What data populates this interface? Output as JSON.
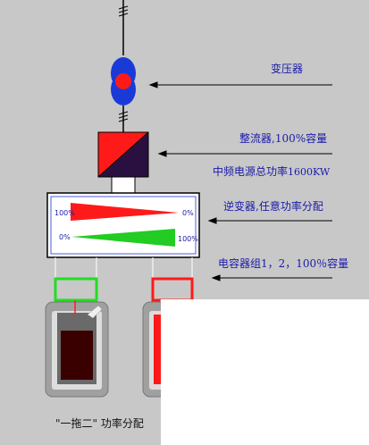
{
  "labels": {
    "transformer": "变压器",
    "rectifier": "整流器,100%容量",
    "total_power_prefix": "中频电源总功率",
    "total_power_value": "1600KW",
    "inverter": "逆变器,任意功率分配",
    "capacitor": "电容器组1，2，100％容量",
    "caption": "\"一拖二\" 功率分配"
  },
  "inverter_bars": {
    "top_left": "100%",
    "top_right": "0%",
    "bottom_left": "0%",
    "bottom_right": "100%",
    "top_color": "#ff1a1a",
    "bottom_color": "#22cc22"
  },
  "colors": {
    "label_text": "#1a1aa8",
    "background": "#c8c8c8",
    "transformer_blue": "#1a3ad8",
    "transformer_red": "#ff1a1a",
    "rectifier_red": "#ff1a1a",
    "rectifier_dark": "#2a1040",
    "melt": "#3a0000"
  }
}
